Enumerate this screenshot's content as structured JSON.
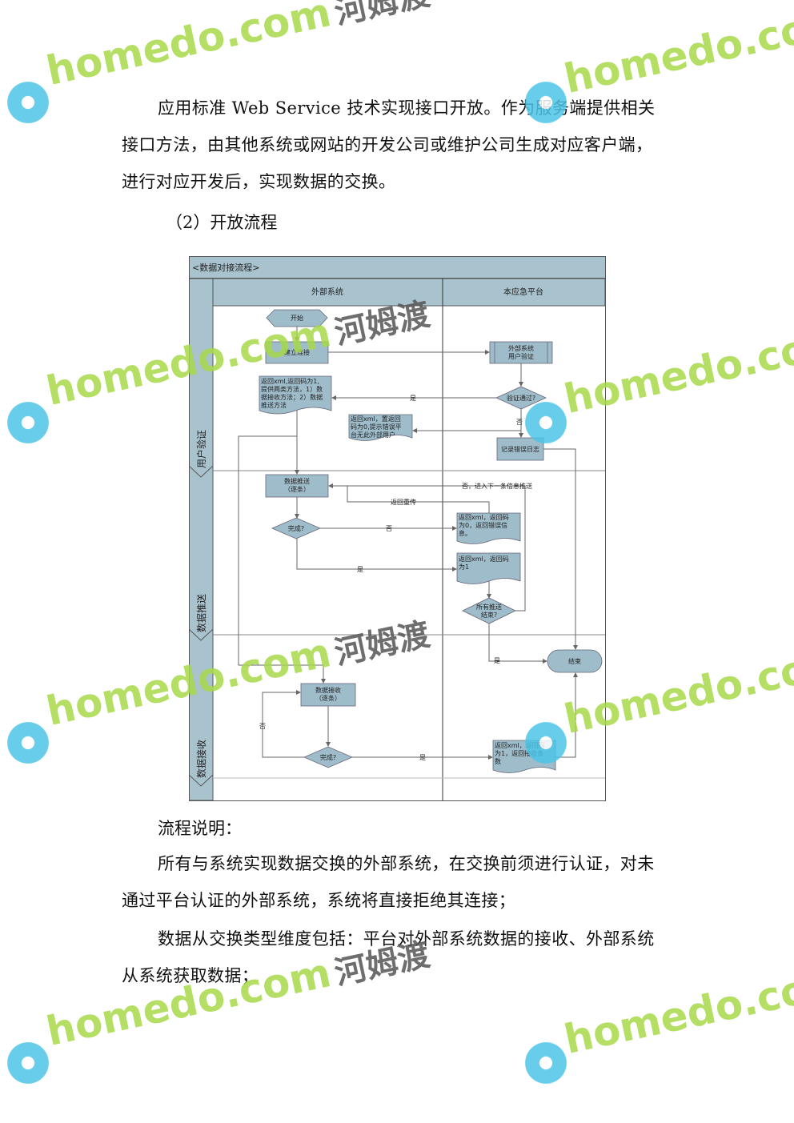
{
  "document": {
    "intro_paragraph": "应用标准 Web Service 技术实现接口开放。作为服务端提供相关接口方法，由其他系统或网站的开发公司或维护公司生成对应客户端，进行对应开发后，实现数据的交换。",
    "section_heading": "（2）开放流程",
    "explain_heading": "流程说明：",
    "explain_paragraphs": [
      "所有与系统实现数据交换的外部系统，在交换前须进行认证，对未通过平台认证的外部系统，系统将直接拒绝其连接；",
      "数据从交换类型维度包括：平台对外部系统数据的接收、外部系统从系统获取数据；"
    ]
  },
  "flowchart": {
    "title": "<数据对接流程>",
    "columns": [
      "外部系统",
      "本应急平台"
    ],
    "lanes": [
      "用户验证",
      "数据推送",
      "数据接收"
    ],
    "nodes": {
      "start": "开始",
      "connect": "建立连接",
      "auth": [
        "外部系统",
        "用户验证"
      ],
      "auth_ok": "验证通过?",
      "doc_ok": [
        "返回xml,返回码为1,",
        "提供两类方法，1）数",
        "据接收方法；2）数据",
        "推送方法"
      ],
      "doc_fail": [
        "返回xml，置返回",
        "码为0,提示错误平",
        "台无此外部用户"
      ],
      "log_error": "记录错误日志",
      "push": [
        "数据推送",
        "（逐条）"
      ],
      "push_done": "完成?",
      "push_err_doc": [
        "返回xml，返回码",
        "为0，返回错误信",
        "息。"
      ],
      "push_ok_doc": [
        "返回xml，返回码",
        "为1"
      ],
      "all_done": [
        "所有推送",
        "结束?"
      ],
      "end": "结束",
      "receive": [
        "数据接收",
        "（逐条）"
      ],
      "receive_done": "完成?",
      "receive_doc": [
        "返回xml，返回码",
        "为1，返回接收条",
        "数"
      ]
    },
    "edge_labels": {
      "yes": "是",
      "no": "否",
      "next": "否，进入下一条信息推送",
      "retry": "返回重传"
    },
    "colors": {
      "fill": "#9fbccb",
      "header": "#a8c2ce",
      "line": "#666666"
    }
  },
  "watermark": {
    "brand": "homedo",
    "tld": ".com",
    "cn": "河姆渡"
  }
}
